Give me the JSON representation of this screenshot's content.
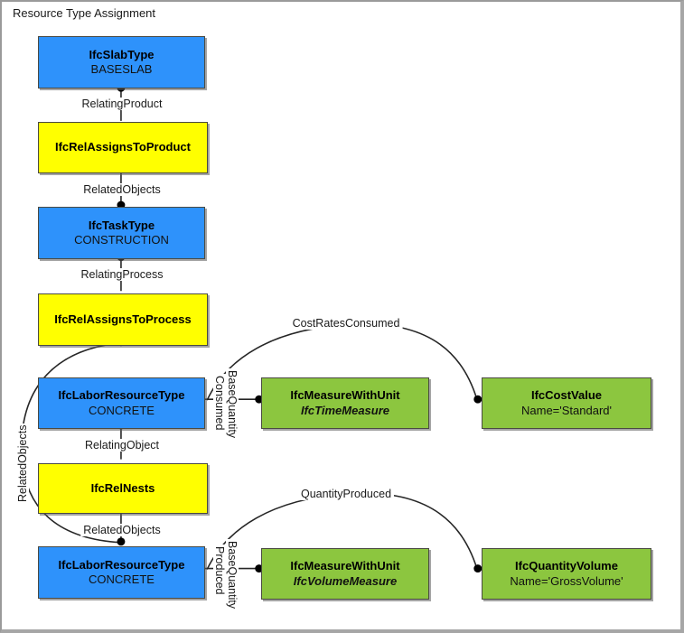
{
  "diagram": {
    "title": "Resource Type Assignment",
    "colors": {
      "blue": "#2E92FB",
      "yellow": "#FFFF00",
      "green": "#8CC63F",
      "line": "#262626",
      "border": "#4a4a42",
      "background": "#ffffff"
    }
  },
  "nodes": [
    {
      "id": "ifc-slab-type",
      "type": "blue",
      "title": "IfcSlabType",
      "subtitle": "BASESLAB"
    },
    {
      "id": "ifc-rel-assigns-to-product",
      "type": "yellow",
      "title": "IfcRelAssignsToProduct",
      "subtitle": ""
    },
    {
      "id": "ifc-task-type",
      "type": "blue",
      "title": "IfcTaskType",
      "subtitle": "CONSTRUCTION"
    },
    {
      "id": "ifc-rel-assigns-to-process",
      "type": "yellow",
      "title": "IfcRelAssignsToProcess",
      "subtitle": ""
    },
    {
      "id": "ifc-labor-resource-type-1",
      "type": "blue",
      "title": "IfcLaborResourceType",
      "subtitle": "CONCRETE"
    },
    {
      "id": "ifc-rel-nests",
      "type": "yellow",
      "title": "IfcRelNests",
      "subtitle": ""
    },
    {
      "id": "ifc-labor-resource-type-2",
      "type": "blue",
      "title": "IfcLaborResourceType",
      "subtitle": "CONCRETE"
    },
    {
      "id": "ifc-measure-with-unit-time",
      "type": "green",
      "title": "IfcMeasureWithUnit",
      "subtitle": "IfcTimeMeasure"
    },
    {
      "id": "ifc-cost-value",
      "type": "green",
      "title": "IfcCostValue",
      "subtitle": "Name='Standard'"
    },
    {
      "id": "ifc-measure-with-unit-volume",
      "type": "green",
      "title": "IfcMeasureWithUnit",
      "subtitle": "IfcVolumeMeasure"
    },
    {
      "id": "ifc-quantity-volume",
      "type": "green",
      "title": "IfcQuantityVolume",
      "subtitle": "Name='GrossVolume'"
    }
  ],
  "edge_labels": {
    "relating_product": "RelatingProduct",
    "related_objects_1": "RelatedObjects",
    "relating_process": "RelatingProcess",
    "related_objects_left": "RelatedObjects",
    "relating_object": "RelatingObject",
    "related_objects_2": "RelatedObjects",
    "base_quantity_consumed_1": "BaseQuantity",
    "base_quantity_consumed_2": "Consumed",
    "base_quantity_produced_1": "BaseQuantity",
    "base_quantity_produced_2": "Produced",
    "cost_rates_consumed": "CostRatesConsumed",
    "quantity_produced": "QuantityProduced"
  }
}
